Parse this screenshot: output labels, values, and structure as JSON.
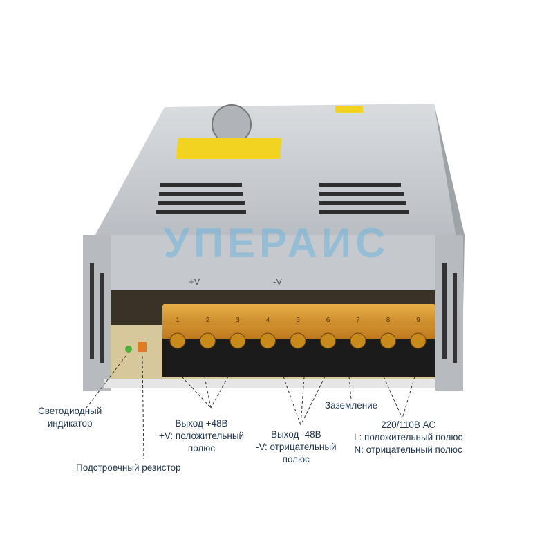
{
  "watermark": "УПЕРАИС",
  "device": {
    "terminal_numbers": [
      "1",
      "2",
      "3",
      "4",
      "5",
      "6",
      "7",
      "8",
      "9"
    ],
    "marks": {
      "plus_v": "+V",
      "minus_v": "-V"
    }
  },
  "labels": {
    "led": [
      "Светодиодный",
      "индикатор"
    ],
    "trimmer": "Подстроечный резистор",
    "out_plus": [
      "Выход +48В",
      "+V: положительный",
      "полюс"
    ],
    "out_minus": [
      "Выход -48В",
      "-V: отрицательный",
      "полюс"
    ],
    "ground": "Заземление",
    "ac": [
      "220/110В АС",
      "L: положительный полюс",
      "N: отрицательный полюс"
    ]
  },
  "colors": {
    "text": "#1f3550",
    "metal": "#c9cdd2",
    "terminal": "#d99a2b",
    "watermark": "#6fb4dc"
  }
}
